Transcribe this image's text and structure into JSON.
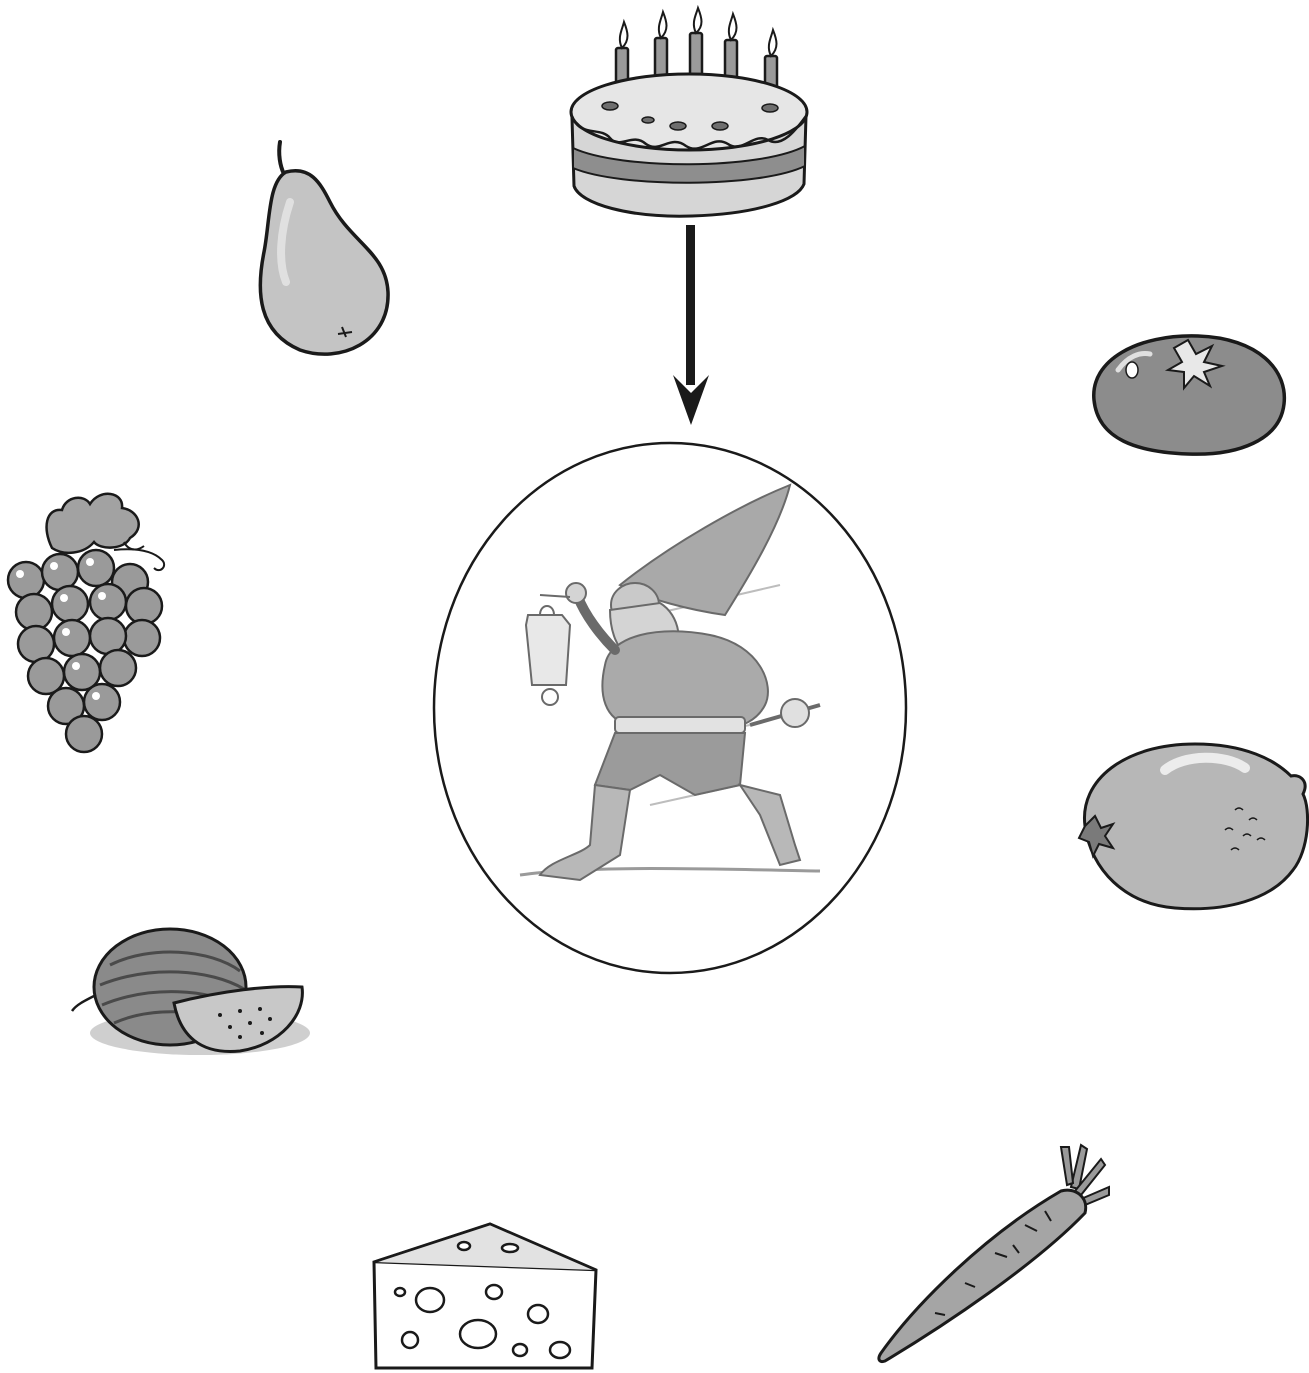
{
  "center": {
    "subject": "gnome",
    "icon": "gnome-with-lantern-icon"
  },
  "arrow": {
    "from": "cake",
    "to": "center",
    "icon": "arrow-down-icon"
  },
  "foods": [
    {
      "id": "cake",
      "icon": "birthday-cake-icon",
      "candles": 5
    },
    {
      "id": "pear",
      "icon": "pear-icon"
    },
    {
      "id": "tomato",
      "icon": "tomato-icon"
    },
    {
      "id": "grapes",
      "icon": "grapes-icon"
    },
    {
      "id": "lemon",
      "icon": "lemon-icon"
    },
    {
      "id": "watermelon",
      "icon": "watermelon-icon"
    },
    {
      "id": "cheese",
      "icon": "cheese-icon"
    },
    {
      "id": "carrot",
      "icon": "carrot-icon"
    }
  ],
  "colors": {
    "ink": "#1a1a1a",
    "fill_light": "#d9d9d9",
    "fill_mid": "#a8a8a8",
    "fill_dark": "#7a7a7a",
    "background": "#ffffff"
  }
}
